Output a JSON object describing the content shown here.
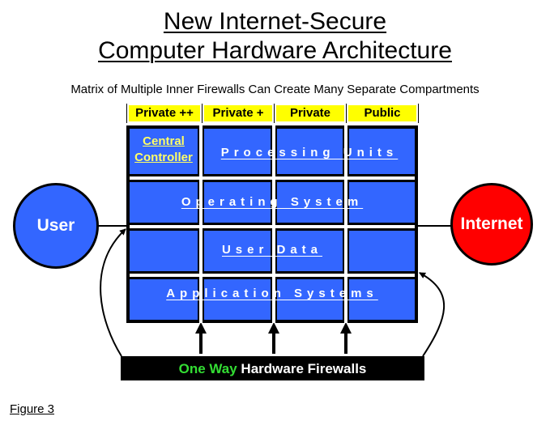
{
  "title": {
    "line1": "New Internet-Secure",
    "line2": "Computer Hardware Architecture"
  },
  "subtitle": "Matrix of Multiple Inner Firewalls Can Create Many Separate Compartments",
  "zones": [
    {
      "label": "Private ++"
    },
    {
      "label": "Private +"
    },
    {
      "label": "Private"
    },
    {
      "label": "Public"
    }
  ],
  "grid": {
    "central_controller": {
      "line1": "Central",
      "line2": "Controller"
    },
    "rows": [
      {
        "label": "Processing Units"
      },
      {
        "label": "Operating System"
      },
      {
        "label": "User Data"
      },
      {
        "label": "Application Systems"
      }
    ]
  },
  "nodes": {
    "user": {
      "label": "User",
      "color": "#3366ff"
    },
    "internet": {
      "label": "Internet",
      "color": "#ff0000"
    }
  },
  "firewalls": {
    "highlight": "One Way",
    "rest": " Hardware Firewalls",
    "highlight_color": "#33dd33"
  },
  "figure_label": "Figure 3",
  "colors": {
    "cell_blue": "#3366ff",
    "zone_yellow": "#ffff00",
    "controller_text": "#ffff66"
  }
}
